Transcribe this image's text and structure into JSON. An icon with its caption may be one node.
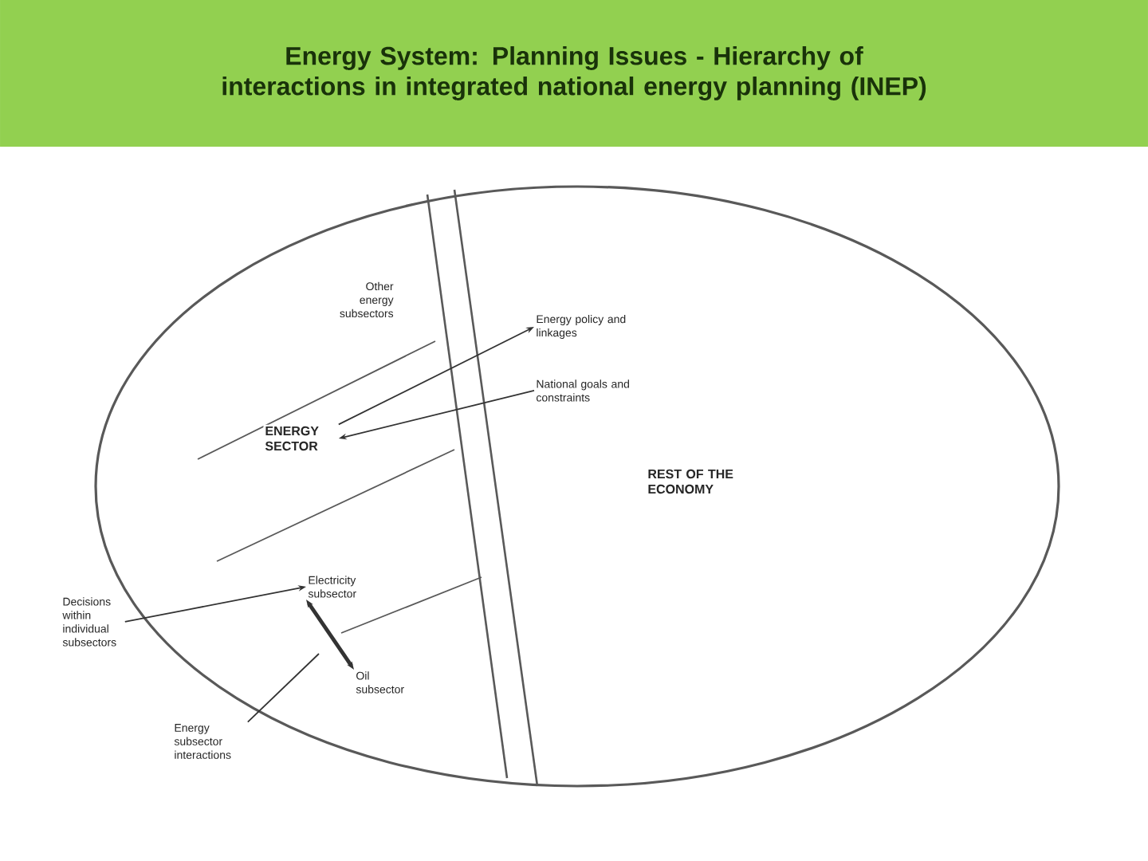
{
  "diagram": {
    "title": "Energy System: Planning Issues - Hierarchy of interactions in integrated national energy planning (INEP)",
    "nodes": [
      {
        "text": [
          "Other energy subsectors"
        ]
      },
      {
        "text": [
          "ENERGY SECTOR"
        ]
      },
      {
        "text": [
          "Energy policy and linkages"
        ]
      },
      {
        "text": [
          "National goals and constraints"
        ]
      },
      {
        "text": [
          "REST OF THE ECONOMY"
        ]
      },
      {
        "text": [
          "Electricity subsector"
        ]
      },
      {
        "text": [
          "Decisions within individual subsectors"
        ]
      },
      {
        "text": [
          "Oil subsector"
        ]
      },
      {
        "text": [
          "Energy subsector interactions"
        ]
      }
    ],
    "edges": [
      {
        "from": 1,
        "to": 2,
        "arrow": "to"
      },
      {
        "from": 3,
        "to": 1,
        "arrow": "to"
      },
      {
        "from": 6,
        "to": 5,
        "arrow": "to"
      },
      {
        "from": 5,
        "to": 7,
        "arrow": "both",
        "style": "thick"
      },
      {
        "from": 8,
        "to": null,
        "arrow": "none"
      }
    ]
  }
}
